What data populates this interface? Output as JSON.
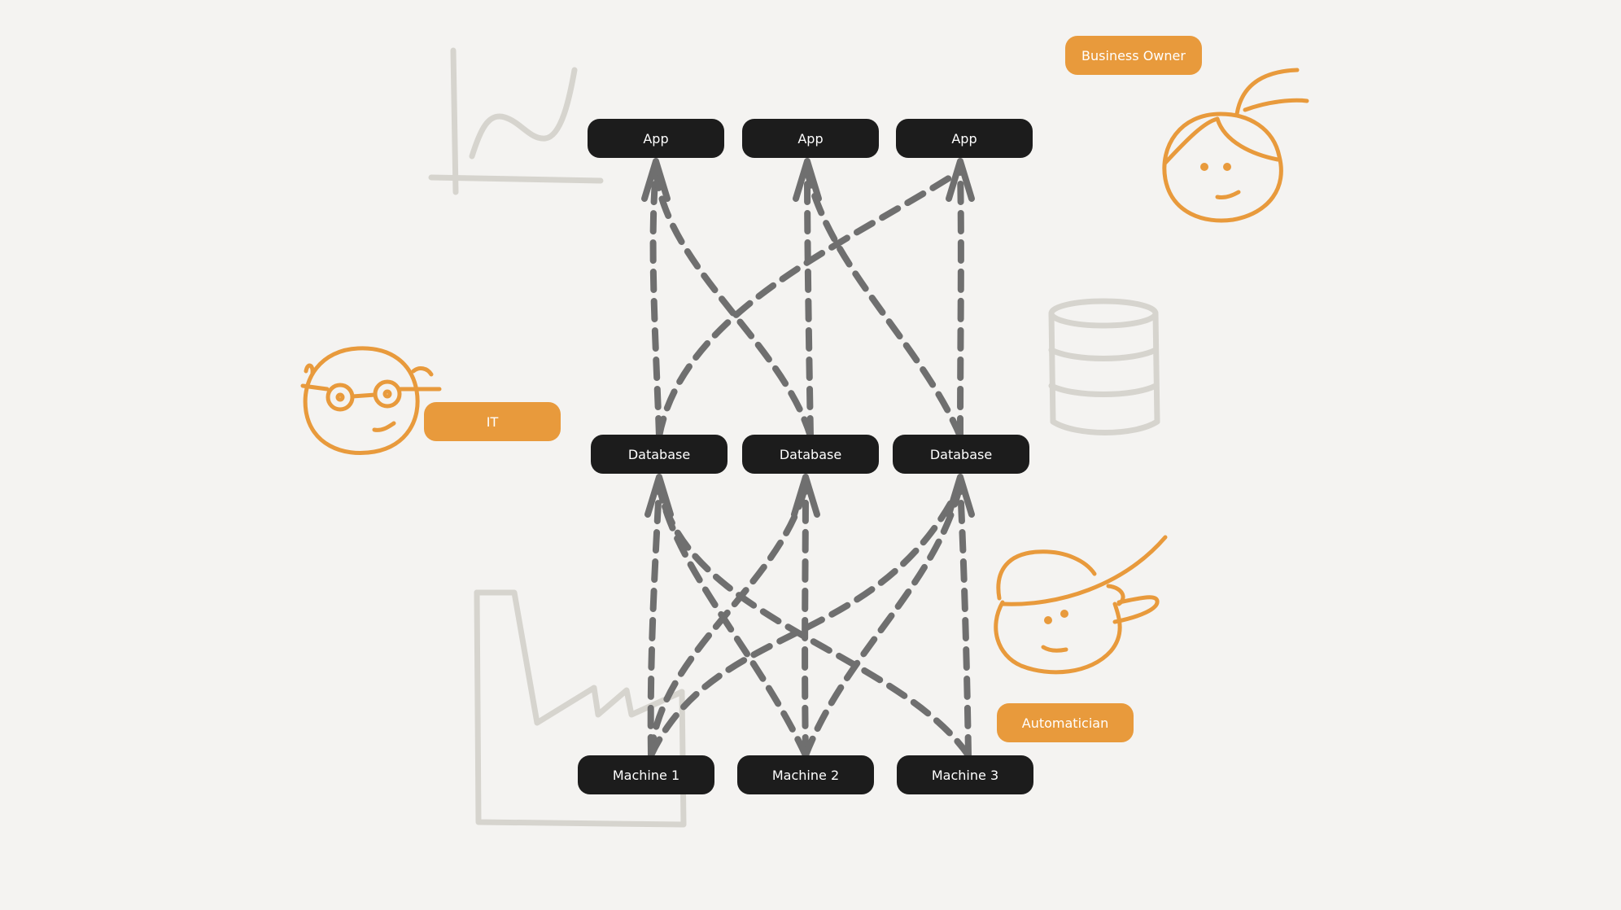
{
  "diagram": {
    "apps": [
      {
        "id": "app-1",
        "label": "App"
      },
      {
        "id": "app-2",
        "label": "App"
      },
      {
        "id": "app-3",
        "label": "App"
      }
    ],
    "databases": [
      {
        "id": "db-1",
        "label": "Database"
      },
      {
        "id": "db-2",
        "label": "Database"
      },
      {
        "id": "db-3",
        "label": "Database"
      }
    ],
    "machines": [
      {
        "id": "machine-1",
        "label": "Machine 1"
      },
      {
        "id": "machine-2",
        "label": "Machine 2"
      },
      {
        "id": "machine-3",
        "label": "Machine 3"
      }
    ],
    "roles": {
      "business_owner": "Business Owner",
      "it": "IT",
      "automatician": "Automatician"
    },
    "edges": [
      {
        "from": "db-1",
        "to": "app-1"
      },
      {
        "from": "db-1",
        "to": "app-3"
      },
      {
        "from": "db-2",
        "to": "app-1"
      },
      {
        "from": "db-2",
        "to": "app-2"
      },
      {
        "from": "db-3",
        "to": "app-3"
      },
      {
        "from": "db-3",
        "to": "app-2"
      },
      {
        "from": "machine-1",
        "to": "db-1"
      },
      {
        "from": "machine-1",
        "to": "db-2"
      },
      {
        "from": "machine-1",
        "to": "db-3"
      },
      {
        "from": "machine-2",
        "to": "db-1"
      },
      {
        "from": "machine-2",
        "to": "db-2"
      },
      {
        "from": "machine-2",
        "to": "db-3"
      },
      {
        "from": "machine-3",
        "to": "db-1"
      },
      {
        "from": "machine-3",
        "to": "db-3"
      }
    ],
    "colors": {
      "background": "#f4f3f1",
      "node": "#1c1c1c",
      "node_text": "#ffffff",
      "accent": "#e89a3c",
      "edge": "#6f6f6f",
      "sketch": "#d6d4ce"
    },
    "icons": [
      "chart-sketch-icon",
      "database-sketch-icon",
      "factory-sketch-icon",
      "business-owner-avatar-icon",
      "it-avatar-icon",
      "automatician-avatar-icon"
    ]
  }
}
